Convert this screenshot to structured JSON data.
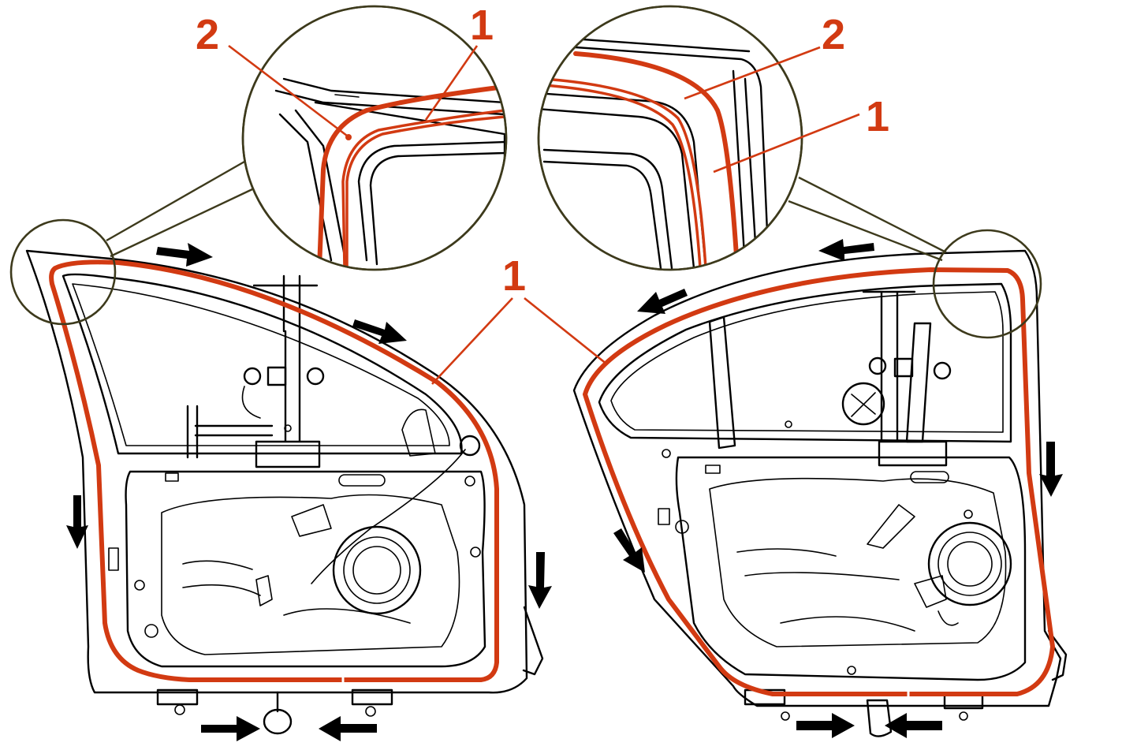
{
  "colors": {
    "seal": "#d23a12",
    "ink": "#000000",
    "callout": "#3d3a1c",
    "background": "#ffffff"
  },
  "callouts": {
    "front_detail_label_2": "2",
    "front_detail_label_1": "1",
    "rear_detail_label_2": "2",
    "rear_detail_label_1": "1",
    "main_label_1": "1"
  }
}
